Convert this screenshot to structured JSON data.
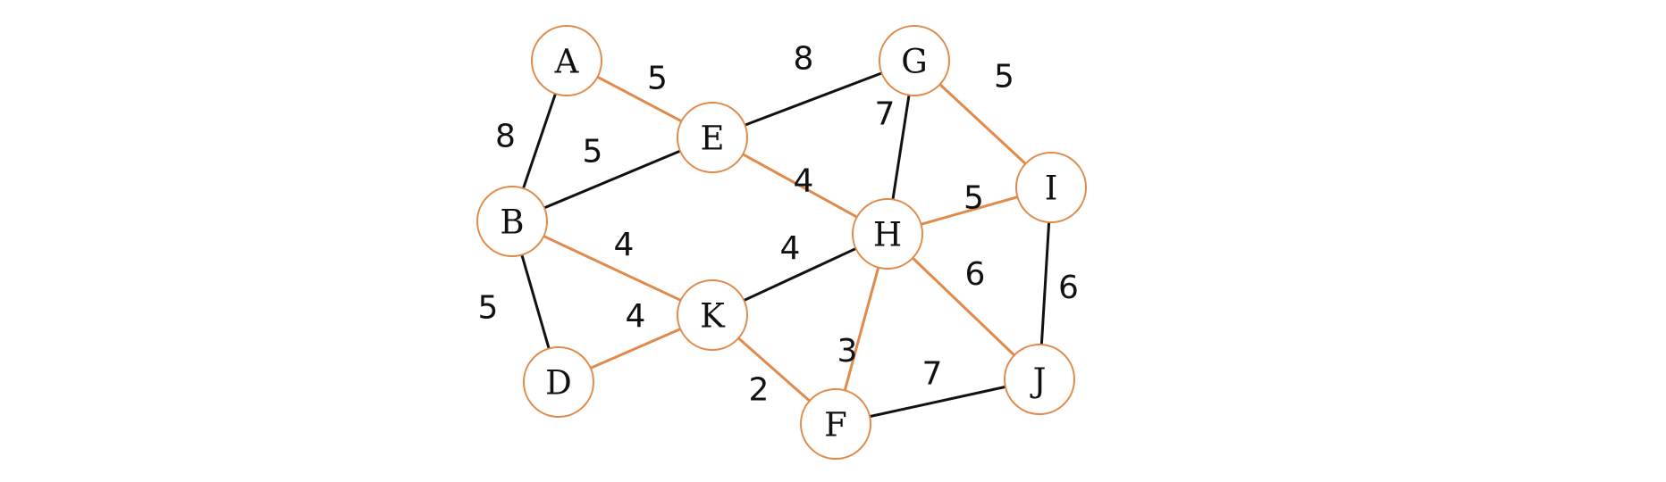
{
  "colors": {
    "highlight": "#e08a4b",
    "normal": "#111111",
    "node_outline": "#e08a4b",
    "background": "#ffffff"
  },
  "nodes": [
    {
      "id": "A",
      "label": "A"
    },
    {
      "id": "B",
      "label": "B"
    },
    {
      "id": "D",
      "label": "D"
    },
    {
      "id": "E",
      "label": "E"
    },
    {
      "id": "F",
      "label": "F"
    },
    {
      "id": "G",
      "label": "G"
    },
    {
      "id": "H",
      "label": "H"
    },
    {
      "id": "I",
      "label": "I"
    },
    {
      "id": "J",
      "label": "J"
    },
    {
      "id": "K",
      "label": "K"
    }
  ],
  "edges": [
    {
      "from": "A",
      "to": "E",
      "weight": "5",
      "highlighted": true
    },
    {
      "from": "A",
      "to": "B",
      "weight": "8",
      "highlighted": false
    },
    {
      "from": "E",
      "to": "G",
      "weight": "8",
      "highlighted": false
    },
    {
      "from": "B",
      "to": "E",
      "weight": "5",
      "highlighted": false
    },
    {
      "from": "G",
      "to": "I",
      "weight": "5",
      "highlighted": true
    },
    {
      "from": "G",
      "to": "H",
      "weight": "7",
      "highlighted": false
    },
    {
      "from": "E",
      "to": "H",
      "weight": "4",
      "highlighted": true
    },
    {
      "from": "B",
      "to": "K",
      "weight": "4",
      "highlighted": true
    },
    {
      "from": "H",
      "to": "I",
      "weight": "5",
      "highlighted": true
    },
    {
      "from": "K",
      "to": "H",
      "weight": "4",
      "highlighted": false
    },
    {
      "from": "B",
      "to": "D",
      "weight": "5",
      "highlighted": false
    },
    {
      "from": "D",
      "to": "K",
      "weight": "4",
      "highlighted": true
    },
    {
      "from": "H",
      "to": "J",
      "weight": "6",
      "highlighted": true
    },
    {
      "from": "I",
      "to": "J",
      "weight": "6",
      "highlighted": false
    },
    {
      "from": "H",
      "to": "F",
      "weight": "3",
      "highlighted": true
    },
    {
      "from": "K",
      "to": "F",
      "weight": "2",
      "highlighted": true
    },
    {
      "from": "F",
      "to": "J",
      "weight": "7",
      "highlighted": false
    }
  ]
}
